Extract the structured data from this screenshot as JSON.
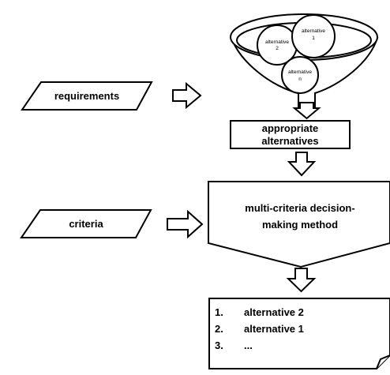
{
  "inputs": {
    "requirements": "requirements",
    "criteria": "criteria"
  },
  "funnel": {
    "alternative_2_line1": "alternative",
    "alternative_2_line2": "2",
    "alternative_1_line1": "alternative",
    "alternative_1_line2": "1",
    "alternative_n_line1": "alternative",
    "alternative_n_line2": "n"
  },
  "appropriate_box": {
    "line1": "appropriate",
    "line2": "alternatives"
  },
  "method_box": {
    "line1": "multi-criteria decision-",
    "line2": "making method"
  },
  "ranking": {
    "items": [
      {
        "num": "1.",
        "text": "alternative 2"
      },
      {
        "num": "2.",
        "text": "alternative 1"
      },
      {
        "num": "3.",
        "text": "..."
      }
    ]
  }
}
